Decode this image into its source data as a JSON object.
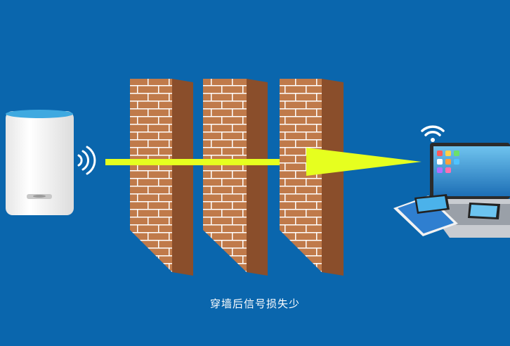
{
  "caption": "穿墙后信号损失少",
  "icons": [
    "router",
    "wifi-signal-icon",
    "brick-wall",
    "signal-arrow",
    "wifi-icon",
    "laptop",
    "tablet",
    "smartphone"
  ],
  "colors": {
    "background": "#0a66ad",
    "brick": "#c07a4a",
    "brick_side": "#8a4e2b",
    "mortar": "#ffffff",
    "arrow": "#e6ff1f",
    "router_body": "#f4f4f4",
    "router_accent": "#3fa9e0"
  }
}
